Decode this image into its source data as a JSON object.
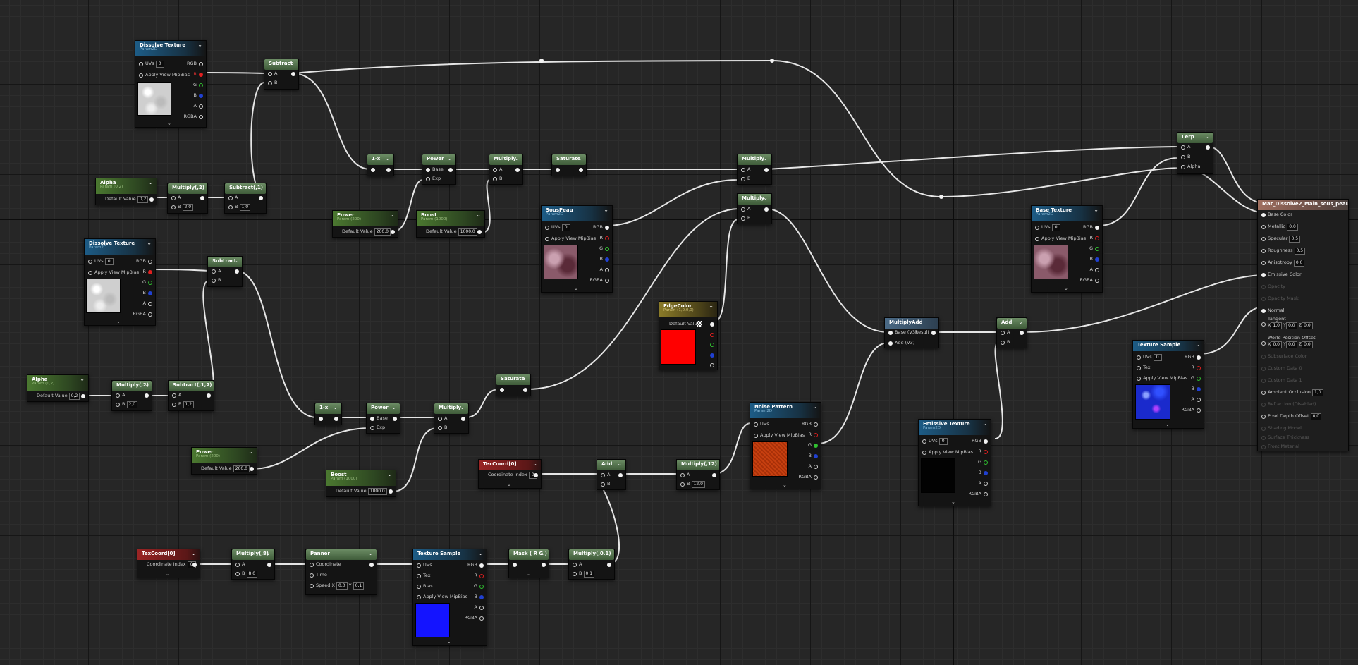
{
  "graph": {
    "material_name": "Mat_Dissolve2_Main_sous_peau"
  },
  "nodes": {
    "dissolve_tex_1": {
      "title": "Dissolve Texture",
      "subtitle": "Param2D",
      "uvs": "UVs",
      "uvs_val": "0",
      "mip": "Apply View MipBias",
      "rgb": "RGB",
      "r": "R",
      "g": "G",
      "b": "B",
      "a": "A",
      "rgba": "RGBA"
    },
    "dissolve_tex_2": {
      "title": "Dissolve Texture",
      "subtitle": "Param2D",
      "uvs": "UVs",
      "uvs_val": "0",
      "mip": "Apply View MipBias",
      "rgb": "RGB",
      "r": "R",
      "g": "G",
      "b": "B",
      "a": "A",
      "rgba": "RGBA"
    },
    "subtract_1": {
      "title": "Subtract",
      "a": "A",
      "b": "B"
    },
    "subtract_2": {
      "title": "Subtract",
      "a": "A",
      "b": "B"
    },
    "alpha_1": {
      "title": "Alpha",
      "subtitle": "Param (0,2)",
      "default_label": "Default Value",
      "default_val": "0,2"
    },
    "alpha_2": {
      "title": "Alpha",
      "subtitle": "Param (0,2)",
      "default_label": "Default Value",
      "default_val": "0,2"
    },
    "multiply_2": {
      "title": "Multiply(,2)",
      "a": "A",
      "b": "B",
      "b_val": "2,0"
    },
    "multiply_2b": {
      "title": "Multiply(,2)",
      "a": "A",
      "b": "B",
      "b_val": "2,0"
    },
    "subtract_1b": {
      "title": "Subtract(,1)",
      "a": "A",
      "b": "B",
      "b_val": "1,0"
    },
    "subtract_12": {
      "title": "Subtract(,1,2)",
      "a": "A",
      "b": "B",
      "b_val": "1,2"
    },
    "one_minus_1": {
      "title": "1-x"
    },
    "one_minus_2": {
      "title": "1-x"
    },
    "power_1": {
      "title": "Power",
      "base": "Base",
      "exp": "Exp"
    },
    "power_2": {
      "title": "Power",
      "base": "Base",
      "exp": "Exp"
    },
    "multiply_a": {
      "title": "Multiply",
      "a": "A",
      "b": "B"
    },
    "multiply_b": {
      "title": "Multiply",
      "a": "A",
      "b": "B"
    },
    "multiply_top": {
      "title": "Multiply",
      "a": "A",
      "b": "B"
    },
    "multiply_mid": {
      "title": "Multiply",
      "a": "A",
      "b": "B"
    },
    "saturate_1": {
      "title": "Saturate"
    },
    "saturate_2": {
      "title": "Saturate"
    },
    "power_param_1": {
      "title": "Power",
      "subtitle": "Param (200)",
      "default_label": "Default Value",
      "default_val": "200,0"
    },
    "power_param_2": {
      "title": "Power",
      "subtitle": "Param (200)",
      "default_label": "Default Value",
      "default_val": "200,0"
    },
    "boost_1": {
      "title": "Boost",
      "subtitle": "Param (1000)",
      "default_label": "Default Value",
      "default_val": "1000,0"
    },
    "boost_2": {
      "title": "Boost",
      "subtitle": "Param (1000)",
      "default_label": "Default Value",
      "default_val": "1000,0"
    },
    "sous_peau": {
      "title": "SousPeau",
      "subtitle": "Param2D",
      "uvs": "UVs",
      "uvs_val": "0",
      "mip": "Apply View MipBias",
      "rgb": "RGB",
      "r": "R",
      "g": "G",
      "b": "B",
      "a": "A",
      "rgba": "RGBA"
    },
    "edge_color": {
      "title": "EdgeColor",
      "subtitle": "Param (1,0,0,0)",
      "default_label": "Default Value"
    },
    "multiply_add": {
      "title": "MultiplyAdd",
      "base": "Base (V3)",
      "add": "Add (V3)",
      "result": "Result"
    },
    "add_1": {
      "title": "Add",
      "a": "A",
      "b": "B"
    },
    "add_2": {
      "title": "Add",
      "a": "A",
      "b": "B"
    },
    "lerp": {
      "title": "Lerp",
      "a": "A",
      "b": "B",
      "alpha": "Alpha"
    },
    "base_texture": {
      "title": "Base Texture",
      "subtitle": "Param2D",
      "uvs": "UVs",
      "uvs_val": "0",
      "mip": "Apply View MipBias",
      "rgb": "RGB",
      "r": "R",
      "g": "G",
      "b": "B",
      "a": "A",
      "rgba": "RGBA"
    },
    "noise_pattern": {
      "title": "Noise Pattern",
      "subtitle": "Param2D",
      "uvs": "UVs",
      "mip": "Apply View MipBias",
      "rgb": "RGB",
      "r": "R",
      "g": "G",
      "b": "B",
      "a": "A",
      "rgba": "RGBA"
    },
    "emissive_texture": {
      "title": "Emissive Texture",
      "subtitle": "Param2D",
      "uvs": "UVs",
      "uvs_val": "0",
      "mip": "Apply View MipBias",
      "rgb": "RGB",
      "r": "R",
      "g": "G",
      "b": "B",
      "a": "A",
      "rgba": "RGBA"
    },
    "texture_sample_1": {
      "title": "Texture Sample",
      "uvs": "UVs",
      "uvs_val": "0",
      "tex": "Tex",
      "mip": "Apply View MipBias",
      "rgb": "RGB",
      "r": "R",
      "g": "G",
      "b": "B",
      "a": "A",
      "rgba": "RGBA"
    },
    "texture_sample_2": {
      "title": "Texture Sample",
      "uvs": "UVs",
      "tex": "Tex",
      "bias": "Bias",
      "mip": "Apply View MipBias",
      "rgb": "RGB",
      "r": "R",
      "g": "G",
      "b": "B",
      "a": "A",
      "rgba": "RGBA"
    },
    "texcoord_1": {
      "title": "TexCoord[0]",
      "label": "Coordinate Index",
      "val": "0"
    },
    "texcoord_2": {
      "title": "TexCoord[0]",
      "label": "Coordinate Index",
      "val": "0"
    },
    "multiply_12": {
      "title": "Multiply(,12)",
      "a": "A",
      "b": "B",
      "b_val": "12,0"
    },
    "multiply_8": {
      "title": "Multiply(,8)",
      "a": "A",
      "b": "B",
      "b_val": "8,0"
    },
    "panner": {
      "title": "Panner",
      "coord": "Coordinate",
      "time": "Time",
      "speed": "Speed",
      "sx": "X",
      "sx_val": "0,0",
      "sy": "Y",
      "sy_val": "0,1"
    },
    "mask": {
      "title": "Mask ( R G )"
    },
    "multiply_01": {
      "title": "Multiply(,0.1)",
      "a": "A",
      "b": "B",
      "b_val": "0,1"
    }
  },
  "result": {
    "base_color": "Base Color",
    "metallic": "Metallic",
    "metallic_val": "0,0",
    "specular": "Specular",
    "specular_val": "0,5",
    "roughness": "Roughness",
    "roughness_val": "0,5",
    "anisotropy": "Anisotropy",
    "anisotropy_val": "0,0",
    "emissive": "Emissive Color",
    "opacity": "Opacity",
    "opacity_mask": "Opacity Mask",
    "normal": "Normal",
    "tangent": "Tangent",
    "tx": "X",
    "tx_val": "1,0",
    "ty": "Y",
    "ty_val": "0,0",
    "tz": "Z",
    "tz_val": "0,0",
    "wpo": "World Position Offset",
    "wx": "X",
    "wx_val": "0,0",
    "wy": "Y",
    "wy_val": "0,0",
    "wz": "Z",
    "wz_val": "0,0",
    "subsurface": "Subsurface Color",
    "custom0": "Custom Data 0",
    "custom1": "Custom Data 1",
    "ao": "Ambient Occlusion",
    "ao_val": "1,0",
    "refraction": "Refraction (Disabled)",
    "pdo": "Pixel Depth Offset",
    "pdo_val": "0,0",
    "shading": "Shading Model",
    "surface_thickness": "Surface Thickness",
    "front_material": "Front Material"
  },
  "colors": {
    "edge_color": "#ff0000",
    "texture_sample_preview": "#1414ff",
    "canvas_bg": "#262626"
  }
}
